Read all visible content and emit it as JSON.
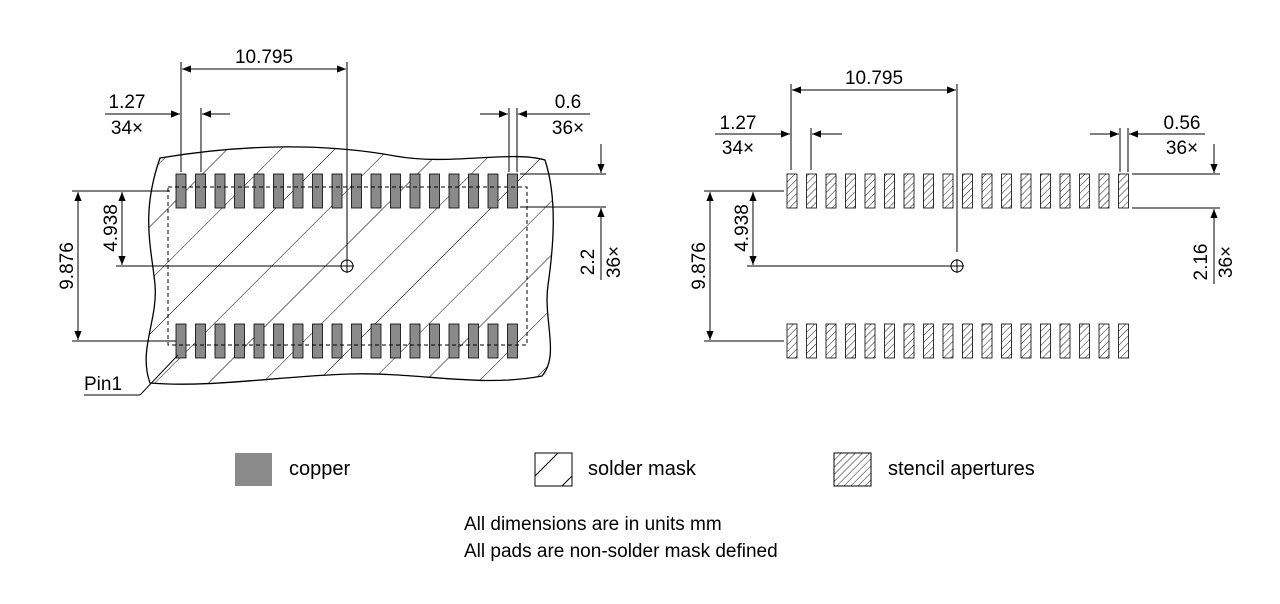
{
  "left_view": {
    "dims": {
      "pitch_total": "10.795",
      "pitch": "1.27",
      "pitch_count": "34×",
      "pad_width": "0.6",
      "pad_width_count": "36×",
      "row_center": "4.938",
      "row_spacing": "9.876",
      "pad_height": "2.2",
      "pad_height_count": "36×"
    },
    "pin1_label": "Pin1",
    "pads_per_row": 18
  },
  "right_view": {
    "dims": {
      "pitch_total": "10.795",
      "pitch": "1.27",
      "pitch_count": "34×",
      "aperture_width": "0.56",
      "aperture_width_count": "36×",
      "row_center": "4.938",
      "row_spacing": "9.876",
      "aperture_height": "2.16",
      "aperture_height_count": "36×"
    },
    "pads_per_row": 18
  },
  "legend": {
    "copper": "copper",
    "solder_mask": "solder mask",
    "stencil": "stencil apertures"
  },
  "colors": {
    "copper": "#8a8a8a",
    "line": "#000000"
  },
  "notes": {
    "line1": "All dimensions are in units mm",
    "line2": "All pads are non-solder mask defined"
  }
}
